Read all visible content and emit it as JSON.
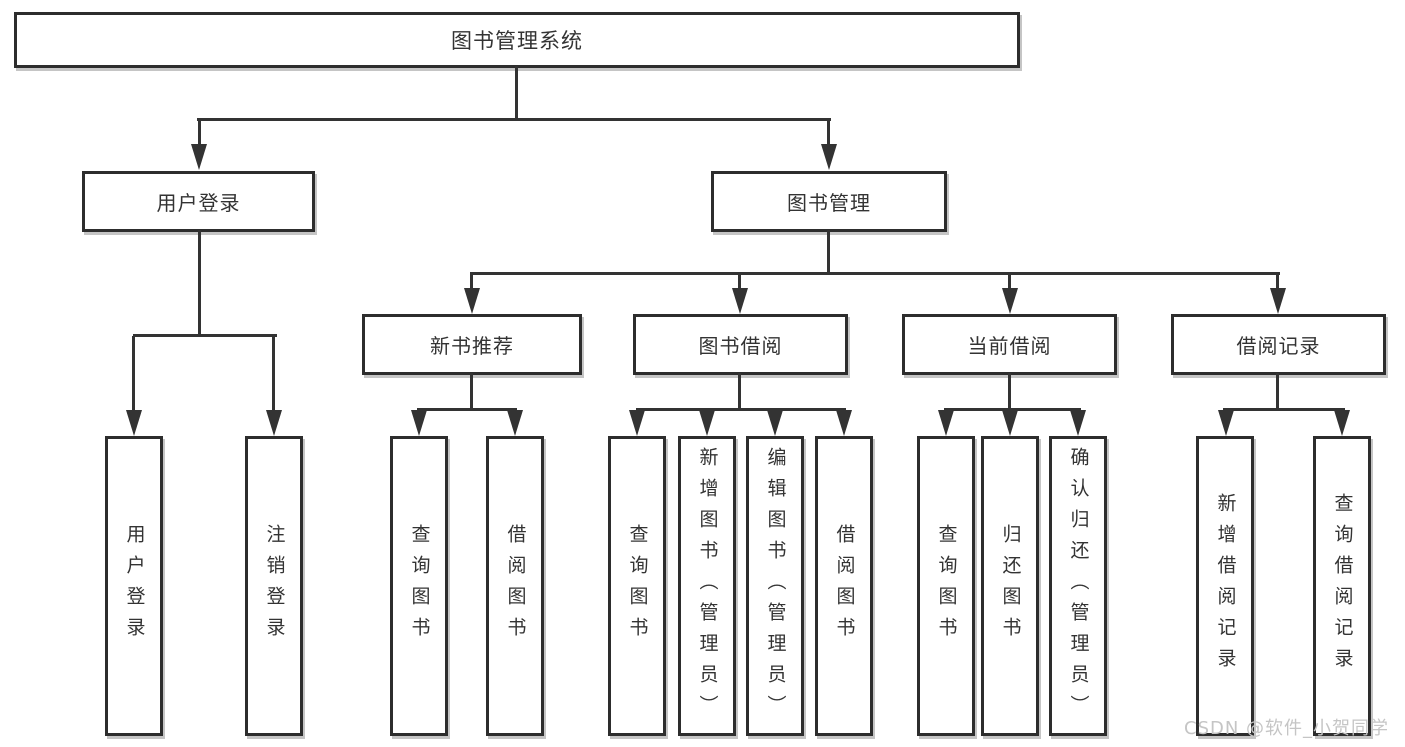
{
  "diagram_type": "functional-structure-tree",
  "colors": {
    "background": "#ffffff",
    "line": "#333333",
    "box_border": "#2d2d2d",
    "text": "#333333",
    "watermark": "#c5c5c5"
  },
  "watermark": {
    "text": "CSDN @软件_小贺同学"
  },
  "tree": {
    "root": {
      "label": "图书管理系统",
      "children": [
        {
          "label": "用户登录",
          "children": [
            {
              "label": "用户登录"
            },
            {
              "label": "注销登录"
            }
          ]
        },
        {
          "label": "图书管理",
          "children": [
            {
              "label": "新书推荐",
              "children": [
                {
                  "label": "查询图书"
                },
                {
                  "label": "借阅图书"
                }
              ]
            },
            {
              "label": "图书借阅",
              "children": [
                {
                  "label": "查询图书"
                },
                {
                  "label": "新增图书（管理员）"
                },
                {
                  "label": "编辑图书（管理员）"
                },
                {
                  "label": "借阅图书"
                }
              ]
            },
            {
              "label": "当前借阅",
              "children": [
                {
                  "label": "查询图书"
                },
                {
                  "label": "归还图书"
                },
                {
                  "label": "确认归还（管理员）"
                }
              ]
            },
            {
              "label": "借阅记录",
              "children": [
                {
                  "label": "新增借阅记录"
                },
                {
                  "label": "查询借阅记录"
                }
              ]
            }
          ]
        }
      ]
    }
  }
}
